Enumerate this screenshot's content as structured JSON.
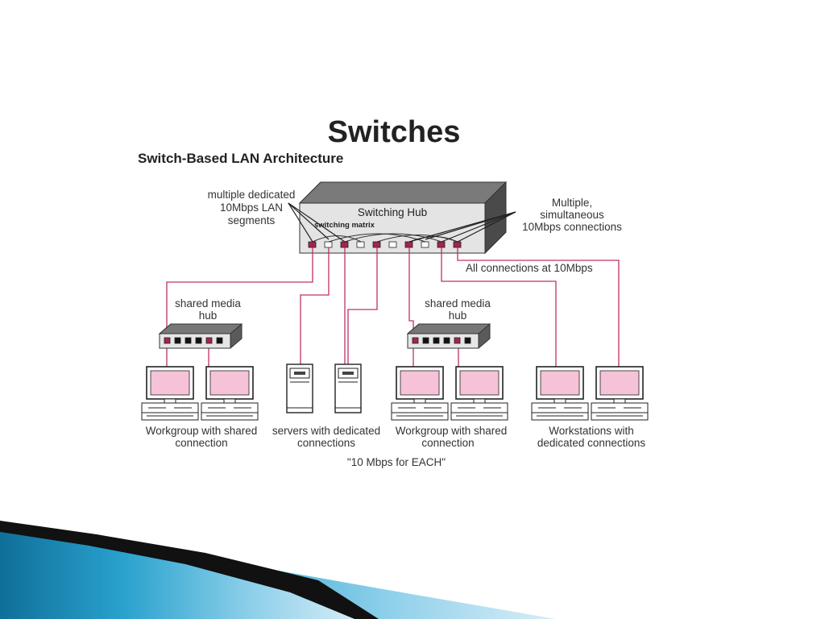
{
  "slide": {
    "title": "Switches",
    "subtitle": "Switch-Based LAN Architecture"
  },
  "diagram": {
    "switch_label": "Switching Hub",
    "matrix_label": "switching matrix",
    "callout_left": [
      "multiple dedicated",
      "10Mbps LAN",
      "segments"
    ],
    "callout_right": [
      "Multiple,",
      "simultaneous",
      "10Mbps connections"
    ],
    "connections_note": "All connections at 10Mbps",
    "hub1_label": [
      "shared media",
      "hub"
    ],
    "hub2_label": [
      "shared media",
      "hub"
    ],
    "caption1": [
      "Workgroup with shared",
      "connection"
    ],
    "caption2": [
      "servers with dedicated",
      "connections"
    ],
    "caption2_note": "\"10 Mbps for EACH\"",
    "caption3": [
      "Workgroup with shared",
      "connection"
    ],
    "caption4": [
      "Workstations with",
      "dedicated connections"
    ]
  },
  "colors": {
    "link": "#c0306a",
    "screen": "#f5c2d8",
    "port_active": "#a3244f",
    "footer_blue": "#1d8fbf",
    "footer_dark": "#111111"
  }
}
